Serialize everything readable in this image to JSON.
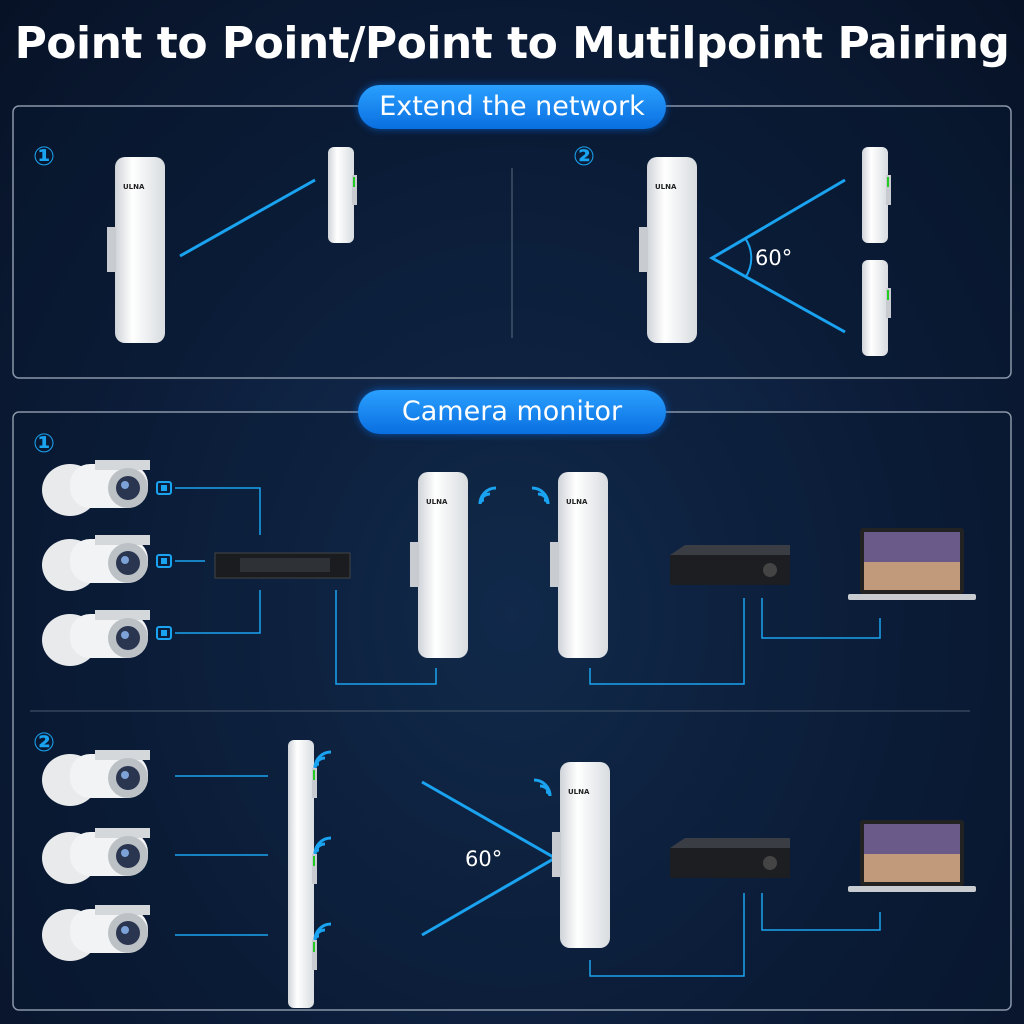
{
  "title": "Point to Point/Point to Mutilpoint Pairing",
  "sections": [
    {
      "label": "Extend the network",
      "scenarios": [
        {
          "num": "①"
        },
        {
          "num": "②",
          "angle": "60°"
        }
      ]
    },
    {
      "label": "Camera monitor",
      "scenarios": [
        {
          "num": "①"
        },
        {
          "num": "②",
          "angle": "60°"
        }
      ]
    }
  ],
  "brand_logo": "ULNA",
  "colors": {
    "accent": "#1aa3f0",
    "background": "#0c1d3a",
    "pill": "#0a7bf0"
  }
}
